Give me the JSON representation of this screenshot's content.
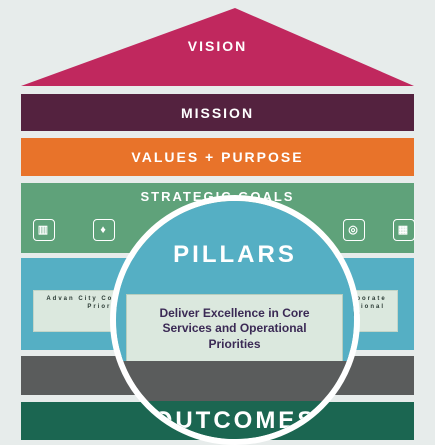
{
  "vision": {
    "label": "VISION",
    "color": "#c0285e"
  },
  "mission": {
    "label": "MISSION",
    "color": "#54223f"
  },
  "values": {
    "label": "VALUES + PURPOSE",
    "color": "#e8732a"
  },
  "goals": {
    "label": "STRATEGIC GOALS",
    "color": "#5fa27a",
    "icons": [
      "building-icon",
      "location-pin-icon",
      "target-icon",
      "city-icon"
    ]
  },
  "pillars": {
    "label": "PILLARS",
    "color": "#55afc4",
    "focus_card": "Deliver Excellence in Core Services and Operational Priorities",
    "left_card": "Advan City Cou Priorit",
    "right_card": "Corporate rmational ange"
  },
  "outcomes": {
    "label": "OUTCOMES",
    "color": "#1b6651"
  }
}
